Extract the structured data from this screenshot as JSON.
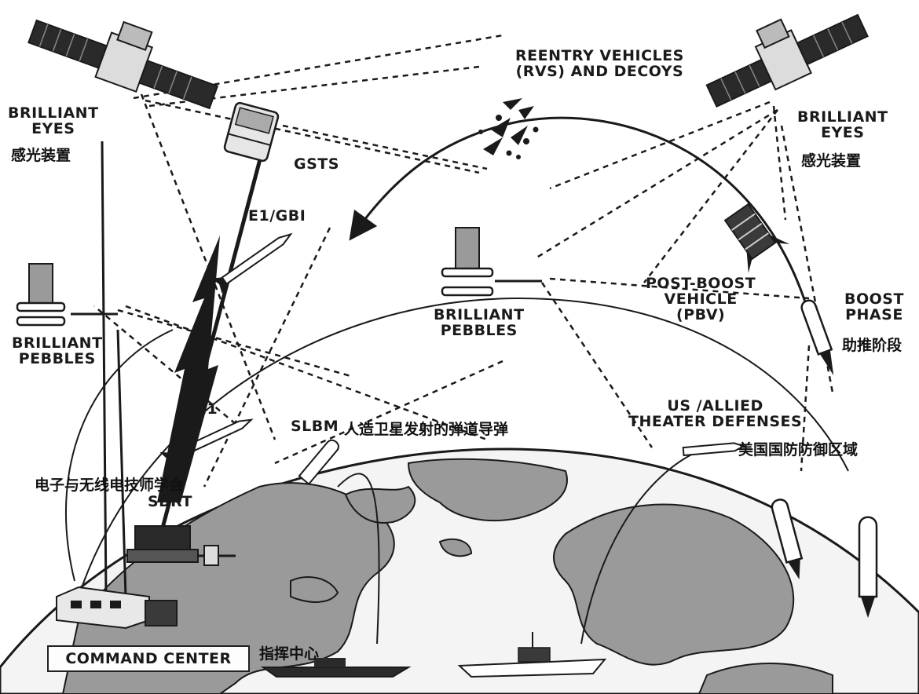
{
  "labels": {
    "brilliant_eyes_left": [
      "BRILLIANT",
      "EYES"
    ],
    "brilliant_eyes_left_zh": "感光装置",
    "brilliant_eyes_right": [
      "BRILLIANT",
      "EYES"
    ],
    "brilliant_eyes_right_zh": "感光装置",
    "reentry": [
      "REENTRY VEHICLES",
      "(RVs) AND DECOYS"
    ],
    "gsts": "GSTS",
    "e1gbi": "E1/GBI",
    "brilliant_pebbles_left": [
      "BRILLIANT",
      "PEBBLES"
    ],
    "brilliant_pebbles_center": [
      "BRILLIANT",
      "PEBBLES"
    ],
    "pbv": [
      "POST-BOOST",
      "VEHICLE",
      "(PBV)"
    ],
    "boost_phase": [
      "BOOST",
      "PHASE"
    ],
    "boost_phase_zh": "助推阶段",
    "e1": "E1",
    "slbm": "SLBM",
    "slbm_zh": "人造卫星发射的弹道导弹",
    "theater": [
      "US /ALLIED",
      "THEATER DEFENSES"
    ],
    "theater_zh": "美国国防防御区域",
    "ieee_zh": "电子与无线电技师学会",
    "sbrt": "SBRT",
    "command_center": "COMMAND CENTER",
    "command_center_zh": "指挥中心"
  },
  "colors": {
    "ink": "#1a1a1a",
    "land": "#9a9a9a",
    "ocean": "#ffffff",
    "paper": "#ffffff"
  }
}
